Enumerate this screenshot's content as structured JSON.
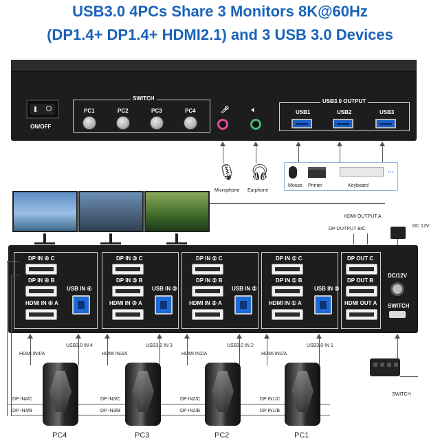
{
  "title": {
    "line1": "USB3.0 4PCs Share 3 Monitors 8K@60Hz",
    "line2": "(DP1.4+ DP1.4+ HDMI2.1) and 3 USB 3.0 Devices"
  },
  "front": {
    "power_label": "ON/OFF",
    "switch_label": "SWITCH",
    "pc_buttons": [
      "PC1",
      "PC2",
      "PC3",
      "PC4"
    ],
    "usb_output_label": "USB3.0 OUTPUT",
    "usb_ports": [
      "USB1",
      "USB2",
      "USB3"
    ]
  },
  "peripherals": {
    "microphone": "Microphone",
    "earphone": "Earphone",
    "mouse": "Mouse",
    "printer": "Printer",
    "keyboard": "Keyboard",
    "more": "..."
  },
  "rear": {
    "groups": [
      {
        "dp_c": "DP IN ④ C",
        "dp_b": "DP IN ④ B",
        "hdmi": "HDMI IN ④ A",
        "usb": "USB IN ④"
      },
      {
        "dp_c": "DP IN ③ C",
        "dp_b": "DP IN ③ B",
        "hdmi": "HDMI IN ③ A",
        "usb": "USB IN ③"
      },
      {
        "dp_c": "DP IN ② C",
        "dp_b": "DP IN ② B",
        "hdmi": "HDMI IN ② A",
        "usb": "USB IN ②"
      },
      {
        "dp_c": "DP IN ① C",
        "dp_b": "DP IN ① B",
        "hdmi": "HDMI IN ① A",
        "usb": "USB IN ①"
      }
    ],
    "outputs": {
      "dp_c": "DP OUT C",
      "dp_b": "DP OUT B",
      "hdmi": "HDMI OUT A"
    },
    "dc_label": "DC/12V",
    "switch_label": "SWITCH"
  },
  "cables": {
    "hdmi_output": "HDMI OUTPUT A",
    "dp_output": "DP OUTPUT B/C",
    "dc": "DC 12V",
    "switch": "SWITCH"
  },
  "pcs": [
    {
      "name": "PC4",
      "hdmi": "HDMI IN4/A",
      "usb": "USB3.0 IN 4",
      "dp_c": "DP IN4/C",
      "dp_b": "DP IN4/B"
    },
    {
      "name": "PC3",
      "hdmi": "HDMI IN3/A",
      "usb": "USB3.0 IN 3",
      "dp_c": "DP IN3/C",
      "dp_b": "DP IN3/B"
    },
    {
      "name": "PC2",
      "hdmi": "HDMI IN2/A",
      "usb": "USB3.0 IN 2",
      "dp_c": "DP IN2/C",
      "dp_b": "DP IN2/B"
    },
    {
      "name": "PC1",
      "hdmi": "HDMI IN1/A",
      "usb": "USB3.0 IN 1",
      "dp_c": "DP IN1/C",
      "dp_b": "DP IN1/B"
    }
  ]
}
